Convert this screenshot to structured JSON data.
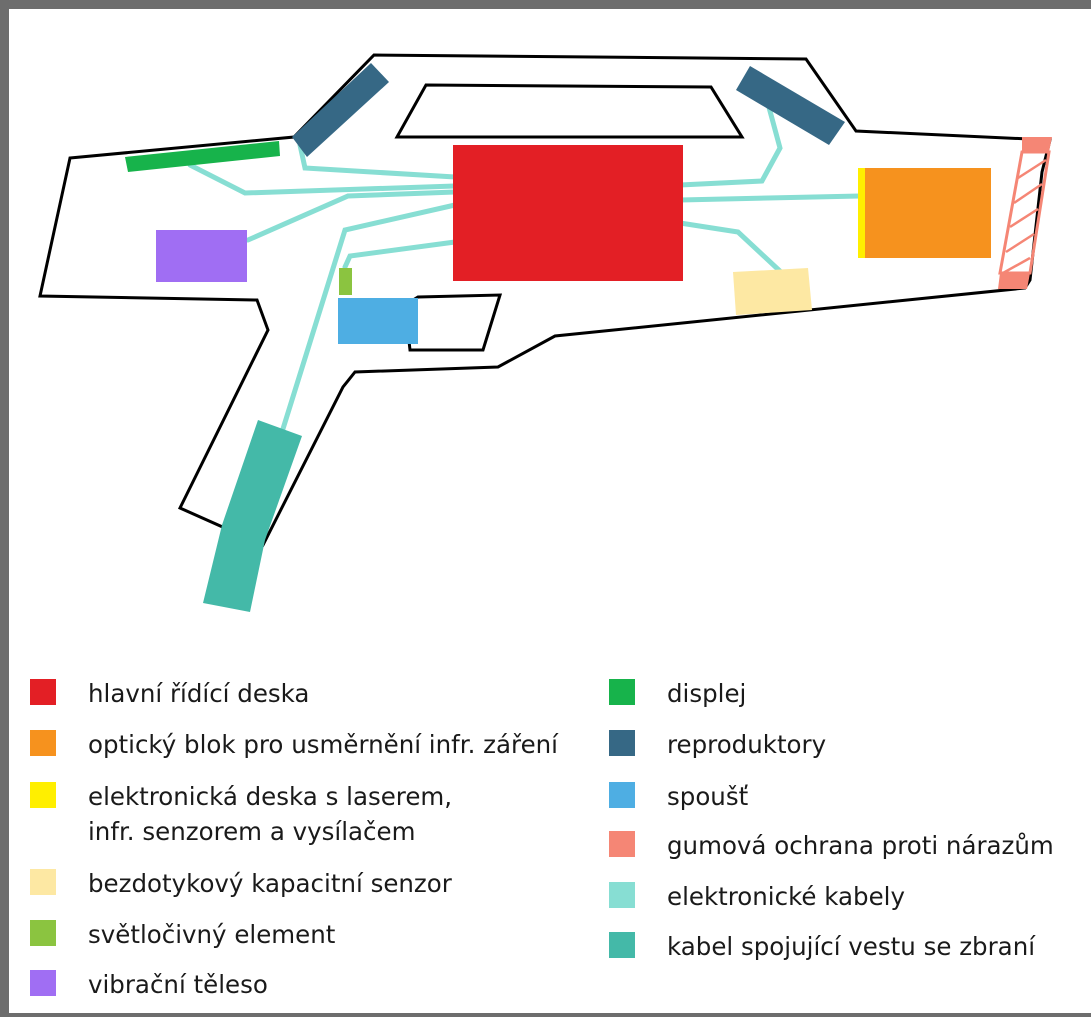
{
  "legend": {
    "left": [
      {
        "label": "hlavní řídící deska",
        "color": "#e31f25"
      },
      {
        "label": "optický blok pro usměrnění infr. záření",
        "color": "#f6921e"
      },
      {
        "label": "elektronická deska s laserem,",
        "label2": "infr. senzorem a vysílačem",
        "color": "#ffef00"
      },
      {
        "label": "bezdotykový kapacitní senzor",
        "color": "#fde8a3"
      },
      {
        "label": "světločivný element",
        "color": "#8bc440"
      },
      {
        "label": "vibrační těleso",
        "color": "#a06ef3"
      }
    ],
    "right": [
      {
        "label": "displej",
        "color": "#17b34b"
      },
      {
        "label": "reproduktory",
        "color": "#366885"
      },
      {
        "label": "spoušť",
        "color": "#4eaee3"
      },
      {
        "label": "gumová ochrana proti nárazům",
        "color": "#f58675"
      },
      {
        "label": "elektronické kabely",
        "color": "#87ded3"
      },
      {
        "label": "kabel spojující vestu se zbraní",
        "color": "#44b9a8"
      }
    ]
  },
  "colors": {
    "frame": "#6d6d6d",
    "outline": "#000000"
  }
}
